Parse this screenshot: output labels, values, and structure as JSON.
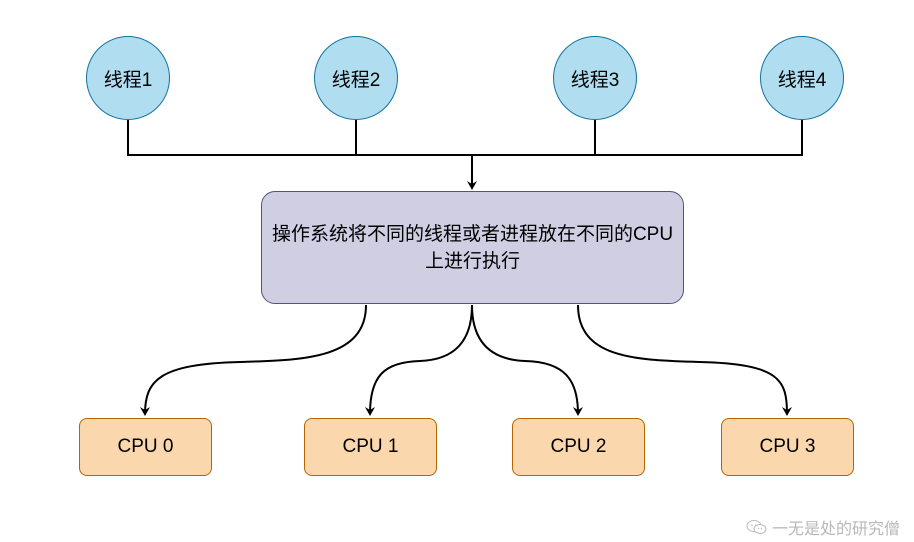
{
  "diagram": {
    "threads": [
      {
        "label": "线程1"
      },
      {
        "label": "线程2"
      },
      {
        "label": "线程3"
      },
      {
        "label": "线程4"
      }
    ],
    "os_box": {
      "label": "操作系统将不同的线程或者进程放在不同的CPU上进行执行"
    },
    "cpus": [
      {
        "label": "CPU 0"
      },
      {
        "label": "CPU 1"
      },
      {
        "label": "CPU 2"
      },
      {
        "label": "CPU 3"
      }
    ],
    "colors": {
      "thread_fill": "#b1ddf0",
      "thread_stroke": "#10739e",
      "os_fill": "#d0cee2",
      "os_stroke": "#56517e",
      "cpu_fill": "#fad7ac",
      "cpu_stroke": "#b46504"
    }
  },
  "watermark": {
    "text": "一无是处的研究僧",
    "icon": "wechat-icon"
  }
}
